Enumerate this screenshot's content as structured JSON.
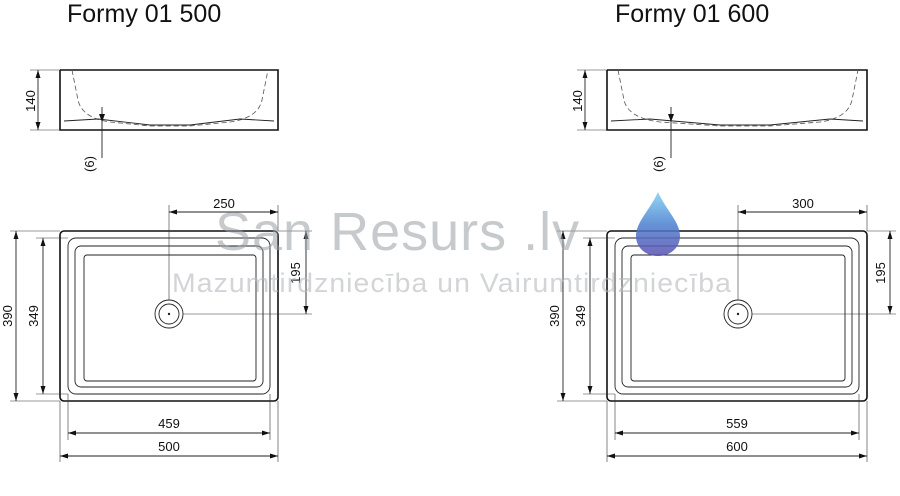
{
  "left": {
    "title": "Formy 01 500",
    "side_height": "140",
    "drain_thickness": "(6)",
    "top_offset": "250",
    "depth_offset": "195",
    "outer_depth": "390",
    "inner_depth": "349",
    "inner_width": "459",
    "outer_width": "500"
  },
  "right": {
    "title": "Formy 01 600",
    "side_height": "140",
    "drain_thickness": "(6)",
    "top_offset": "300",
    "depth_offset": "195",
    "outer_depth": "390",
    "inner_depth": "349",
    "inner_width": "559",
    "outer_width": "600"
  },
  "watermark": {
    "brand": "San Resurs .lv",
    "tagline": "Mazumtirdzniecība un Vairumtirdzniecība",
    "drop_colors": [
      "#7fd0f2",
      "#4a7fd0",
      "#5a4fb0"
    ]
  }
}
